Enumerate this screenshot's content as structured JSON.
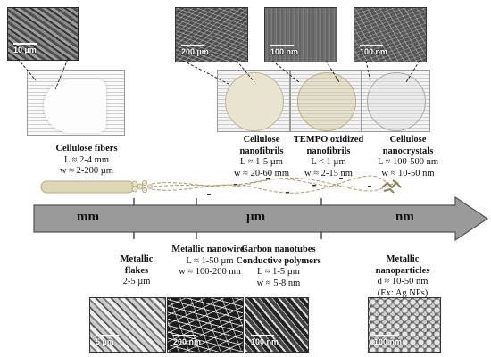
{
  "top_items": [
    {
      "name": "Cellulose fibers",
      "L": "L ≈ 2-4 mm",
      "w": "w ≈ 2-200 µm",
      "scale": "10 µm"
    },
    {
      "name": "Cellulose nanofibrils",
      "L": "L ≈ 1-5 µm",
      "w": "w ≈ 20-60 mm",
      "scale": "200 µm"
    },
    {
      "name": "TEMPO oxidized nanofibrils",
      "L": "L < 1 µm",
      "w": "w ≈ 2-15 nm",
      "scale": "100 nm"
    },
    {
      "name": "Cellulose nanocrystals",
      "L": "L ≈ 100-500 nm",
      "w": "w ≈ 10-50 nm",
      "scale": "100 nm"
    }
  ],
  "axis": {
    "labels": [
      "mm",
      "µm",
      "nm"
    ]
  },
  "bottom_items": [
    {
      "name": "Metallic flakes",
      "line1": "2-5 µm",
      "line2": "",
      "scale": "5 µm"
    },
    {
      "name": "Metallic nanowires",
      "line1": "L ≈ 1-50 µm",
      "line2": "w ≈ 100-200 nm",
      "scale": "200 nm"
    },
    {
      "name": "Carbon nanotubes Conductive polymers",
      "line1": "L ≈ 1-5 µm",
      "line2": "w ≈ 5-8 nm",
      "scale": "100 nm"
    },
    {
      "name": "Metallic nanoparticles",
      "line1": "d ≈ 10-50 nm",
      "line2": "(Ex: Ag NPs)",
      "scale": "100 nm"
    }
  ],
  "colors": {
    "arrow_fill": "#9a9a9a",
    "arrow_stroke": "#555555",
    "fiber": "#ded7b6"
  }
}
